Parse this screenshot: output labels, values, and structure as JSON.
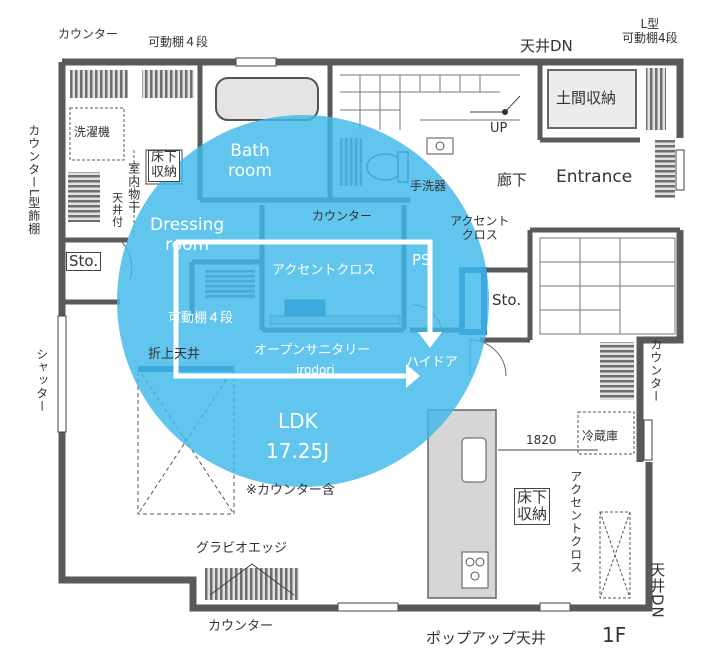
{
  "labels": {
    "counter_top_left": "カウンター",
    "movable_shelf_top": "可動棚４段",
    "ceiling_dn_top": "天井DN",
    "l_shelf_top": "L型\n可動棚4段",
    "counter_l_shelf_left": "カウンターL型飾棚",
    "washer": "洗濯機",
    "underfloor_storage_left": "床下\n収納",
    "drying_rack": "室内物干",
    "ceiling_attached": "天井付",
    "bath": "Bath\nroom",
    "toilet_counter": "カウンター",
    "hand_wash": "手洗器",
    "up": "UP",
    "corridor": "廊下",
    "entrance_storage": "土間収納",
    "entrance": "Entrance",
    "dressing_room": "Dressing\nroom",
    "storage_left": "Sto.",
    "accent_cloth_center": "アクセントクロス",
    "accent_cloth_right": "アクセント\nクロス",
    "ps": "PS",
    "storage_right": "Sto.",
    "movable_shelf_dressing": "可動棚４段",
    "open_sanitary": "オープンサニタリー",
    "irodori": "irodori",
    "hide_door": "ハイドア",
    "shutter": "シャッター",
    "folding_ceiling": "折上天井",
    "counter_right": "カウンター",
    "ldk": "LDK",
    "area": "17.25J",
    "counter_note": "※カウンター含",
    "dimension": "1820",
    "fridge": "冷蔵庫",
    "underfloor_storage_kitchen": "床下\n収納",
    "accent_cloth_kitchen": "アクセントクロス",
    "gravio_edge": "グラビオエッジ",
    "counter_bottom": "カウンター",
    "popup_ceiling": "ポップアップ天井",
    "ceiling_dn_right": "天井DN",
    "floor": "1F"
  },
  "colors": {
    "wall": "#5a5a5a",
    "highlight_circle": "#3fb8ea",
    "counter_hatch": "#7d7d7d",
    "kitchen_counter": "#d6d6d6",
    "fixture_blue": "#2c6aa8",
    "arrow": "#ffffff"
  }
}
